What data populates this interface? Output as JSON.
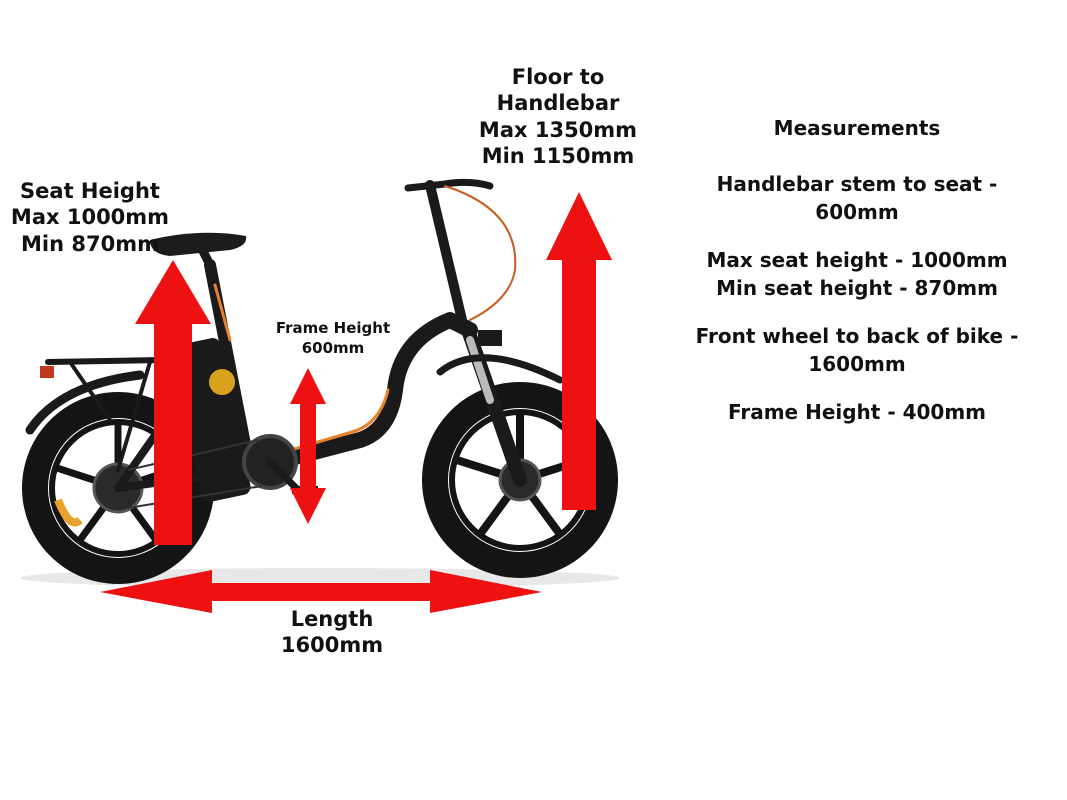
{
  "labels": {
    "seat_height": [
      "Seat Height",
      "Max 1000mm",
      "Min 870mm"
    ],
    "floor_to_handlebar": [
      "Floor to",
      "Handlebar",
      "Max 1350mm",
      "Min 1150mm"
    ],
    "frame_height": [
      "Frame Height",
      "600mm"
    ],
    "length": [
      "Length",
      "1600mm"
    ]
  },
  "measurements": {
    "title": "Measurements",
    "items": [
      [
        "Handlebar stem to seat -",
        "600mm"
      ],
      [
        "Max seat height - 1000mm",
        "Min seat height - 870mm"
      ],
      [
        "Front wheel to back of bike -",
        "1600mm"
      ],
      [
        "Frame Height - 400mm"
      ]
    ]
  },
  "colors": {
    "arrow": "#ee1111",
    "frame": "#1a1a1a",
    "accent": "#e8822a",
    "tyre": "#141414",
    "text": "#111111"
  }
}
